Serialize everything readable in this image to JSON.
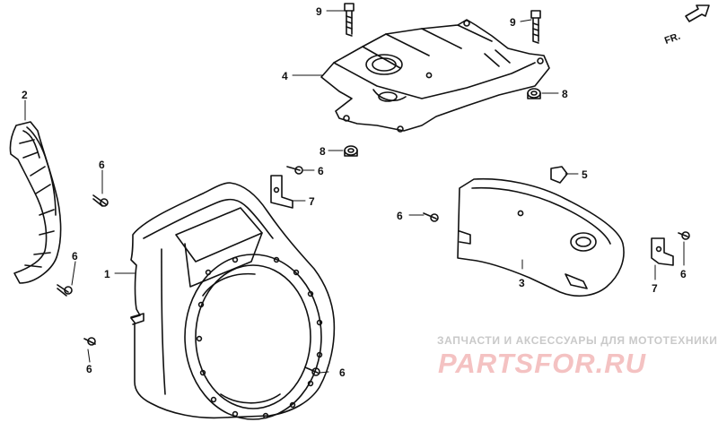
{
  "diagram": {
    "callouts": [
      {
        "id": "c1",
        "text": "1"
      },
      {
        "id": "c2",
        "text": "2"
      },
      {
        "id": "c3",
        "text": "3"
      },
      {
        "id": "c4",
        "text": "4"
      },
      {
        "id": "c5",
        "text": "5"
      },
      {
        "id": "c6a",
        "text": "6"
      },
      {
        "id": "c6b",
        "text": "6"
      },
      {
        "id": "c6c",
        "text": "6"
      },
      {
        "id": "c6d",
        "text": "6"
      },
      {
        "id": "c6e",
        "text": "6"
      },
      {
        "id": "c6f",
        "text": "6"
      },
      {
        "id": "c6g",
        "text": "6"
      },
      {
        "id": "c7a",
        "text": "7"
      },
      {
        "id": "c7b",
        "text": "7"
      },
      {
        "id": "c8a",
        "text": "8"
      },
      {
        "id": "c8b",
        "text": "8"
      },
      {
        "id": "c9a",
        "text": "9"
      },
      {
        "id": "c9b",
        "text": "9"
      }
    ],
    "front_indicator": "FR."
  },
  "watermark": {
    "tagline": "ЗАПЧАСТИ И АКСЕССУАРЫ ДЛЯ МОТОТЕХНИКИ",
    "logo": "PARTSFOR.RU"
  }
}
